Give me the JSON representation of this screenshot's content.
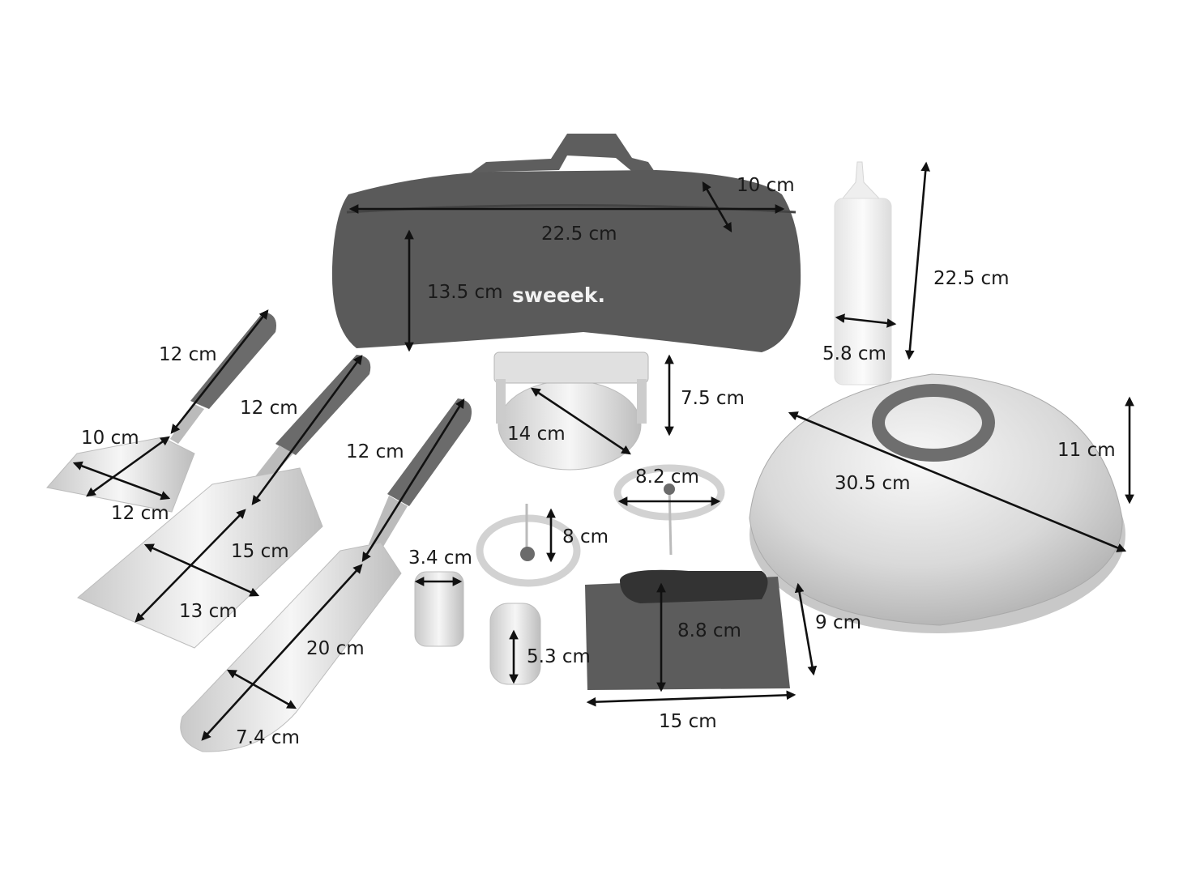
{
  "brand_logo": "sweeek.",
  "colors": {
    "background": "#ffffff",
    "bag": "#5a5a5a",
    "handle": "#6b6b6b",
    "steel_light": "#f4f4f4",
    "steel_mid": "#d0d0d0",
    "steel_dark": "#9a9a9a",
    "arrow": "#111111"
  },
  "items": {
    "bag": {
      "length": "22.5 cm",
      "depth": "10 cm",
      "height": "13.5 cm"
    },
    "bottle": {
      "height": "22.5 cm",
      "width": "5.8 cm"
    },
    "small_spatula": {
      "handle": "12 cm",
      "neck": "10 cm",
      "blade_width": "12 cm"
    },
    "medium_spatula": {
      "handle": "12 cm",
      "blade_length": "15 cm",
      "blade_width": "13 cm"
    },
    "long_spatula": {
      "handle": "12 cm",
      "blade_length": "20 cm",
      "blade_width": "7.4 cm"
    },
    "burger_press": {
      "height": "7.5 cm",
      "diameter": "14 cm"
    },
    "dome_lid": {
      "diameter": "30.5 cm",
      "height": "11 cm"
    },
    "large_egg_ring": {
      "diameter": "8.2 cm"
    },
    "small_egg_ring": {
      "height": "8 cm"
    },
    "shaker_small": {
      "width": "3.4 cm"
    },
    "shaker_large": {
      "height": "5.3 cm"
    },
    "scraper": {
      "width": "15 cm",
      "height": "8.8 cm",
      "depth": "9 cm"
    }
  }
}
